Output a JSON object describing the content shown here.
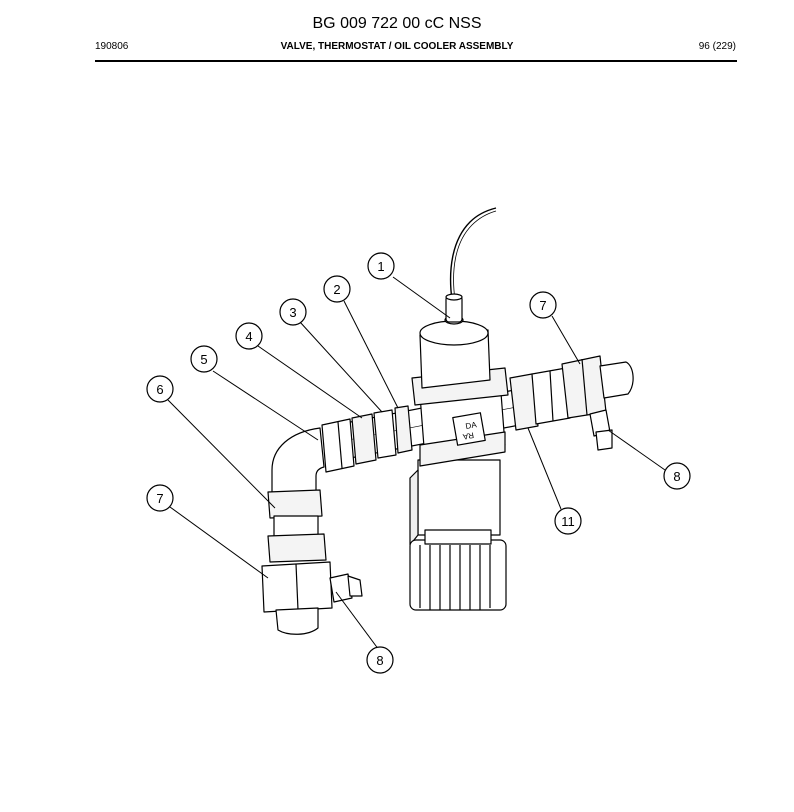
{
  "header": {
    "doc_title": "BG 009 722 00 cC NSS",
    "date": "190806",
    "section_title": "VALVE, THERMOSTAT / OIL COOLER ASSEMBLY",
    "page": "96 (229)"
  },
  "diagram": {
    "callouts": [
      "1",
      "2",
      "3",
      "4",
      "5",
      "6",
      "7",
      "7",
      "8",
      "8",
      "11"
    ],
    "valve_marking": [
      "DA",
      "RA"
    ]
  }
}
